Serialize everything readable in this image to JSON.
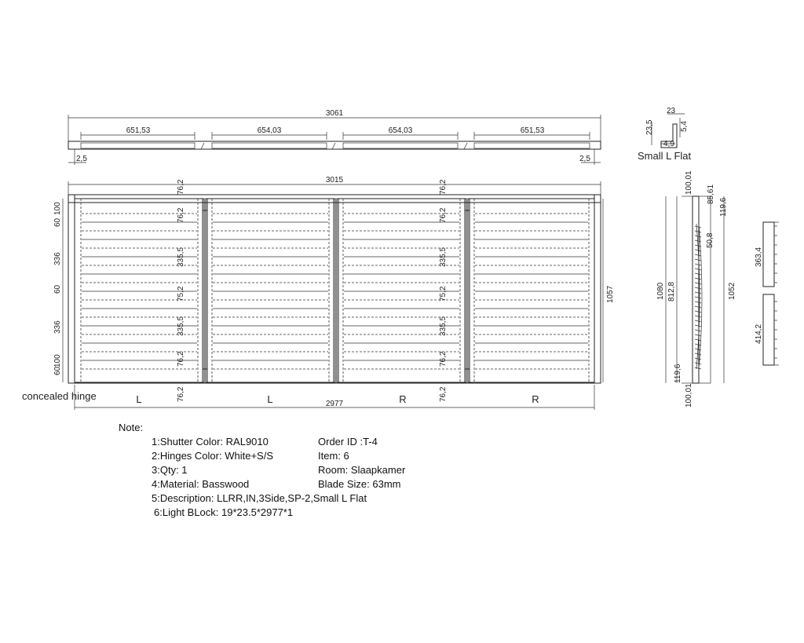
{
  "top_view": {
    "overall": "3061",
    "panels": [
      "651,53",
      "654,03",
      "654,03",
      "651,53"
    ],
    "left_gap": "2,5",
    "right_gap": "2,5"
  },
  "profile": {
    "title": "Small L Flat",
    "dims": [
      "23",
      "23,5",
      "5,4",
      "4,9"
    ]
  },
  "front_view": {
    "overall_width": "3015",
    "bottom_width": "2977",
    "right_height": "1057",
    "left_dims": [
      "60",
      "100",
      "336",
      "60",
      "336",
      "100",
      "60"
    ],
    "stile_top": "76,2",
    "stile_bottom": "76,2",
    "panel_dims": [
      "76,2",
      "335,5",
      "75,2",
      "335,5",
      "76,2"
    ],
    "panels": [
      "L",
      "L",
      "R",
      "R"
    ],
    "hinge_label": "concealed hinge"
  },
  "side_view": {
    "overall": "1080",
    "inner": "812,8",
    "top": "100,01",
    "bottom": "100,01",
    "top_offset": "85,61",
    "top_rail": "119,6",
    "bottom_rail": "119,6",
    "blade_gap": "50,8",
    "right_height": "1052",
    "upper": "363,4",
    "lower": "414,2"
  },
  "notes": {
    "heading": "Note:",
    "left": [
      "1:Shutter Color: RAL9010",
      "2:Hinges Color: White+S/S",
      "3:Qty: 1",
      "4:Material: Basswood",
      "5:Description: LLRR,IN,3Side,SP-2,Small L Flat",
      "6:Light BLock: 19*23.5*2977*1"
    ],
    "right": [
      "Order ID :T-4",
      "Item: 6",
      "Room: Slaapkamer",
      "Blade Size: 63mm"
    ]
  }
}
